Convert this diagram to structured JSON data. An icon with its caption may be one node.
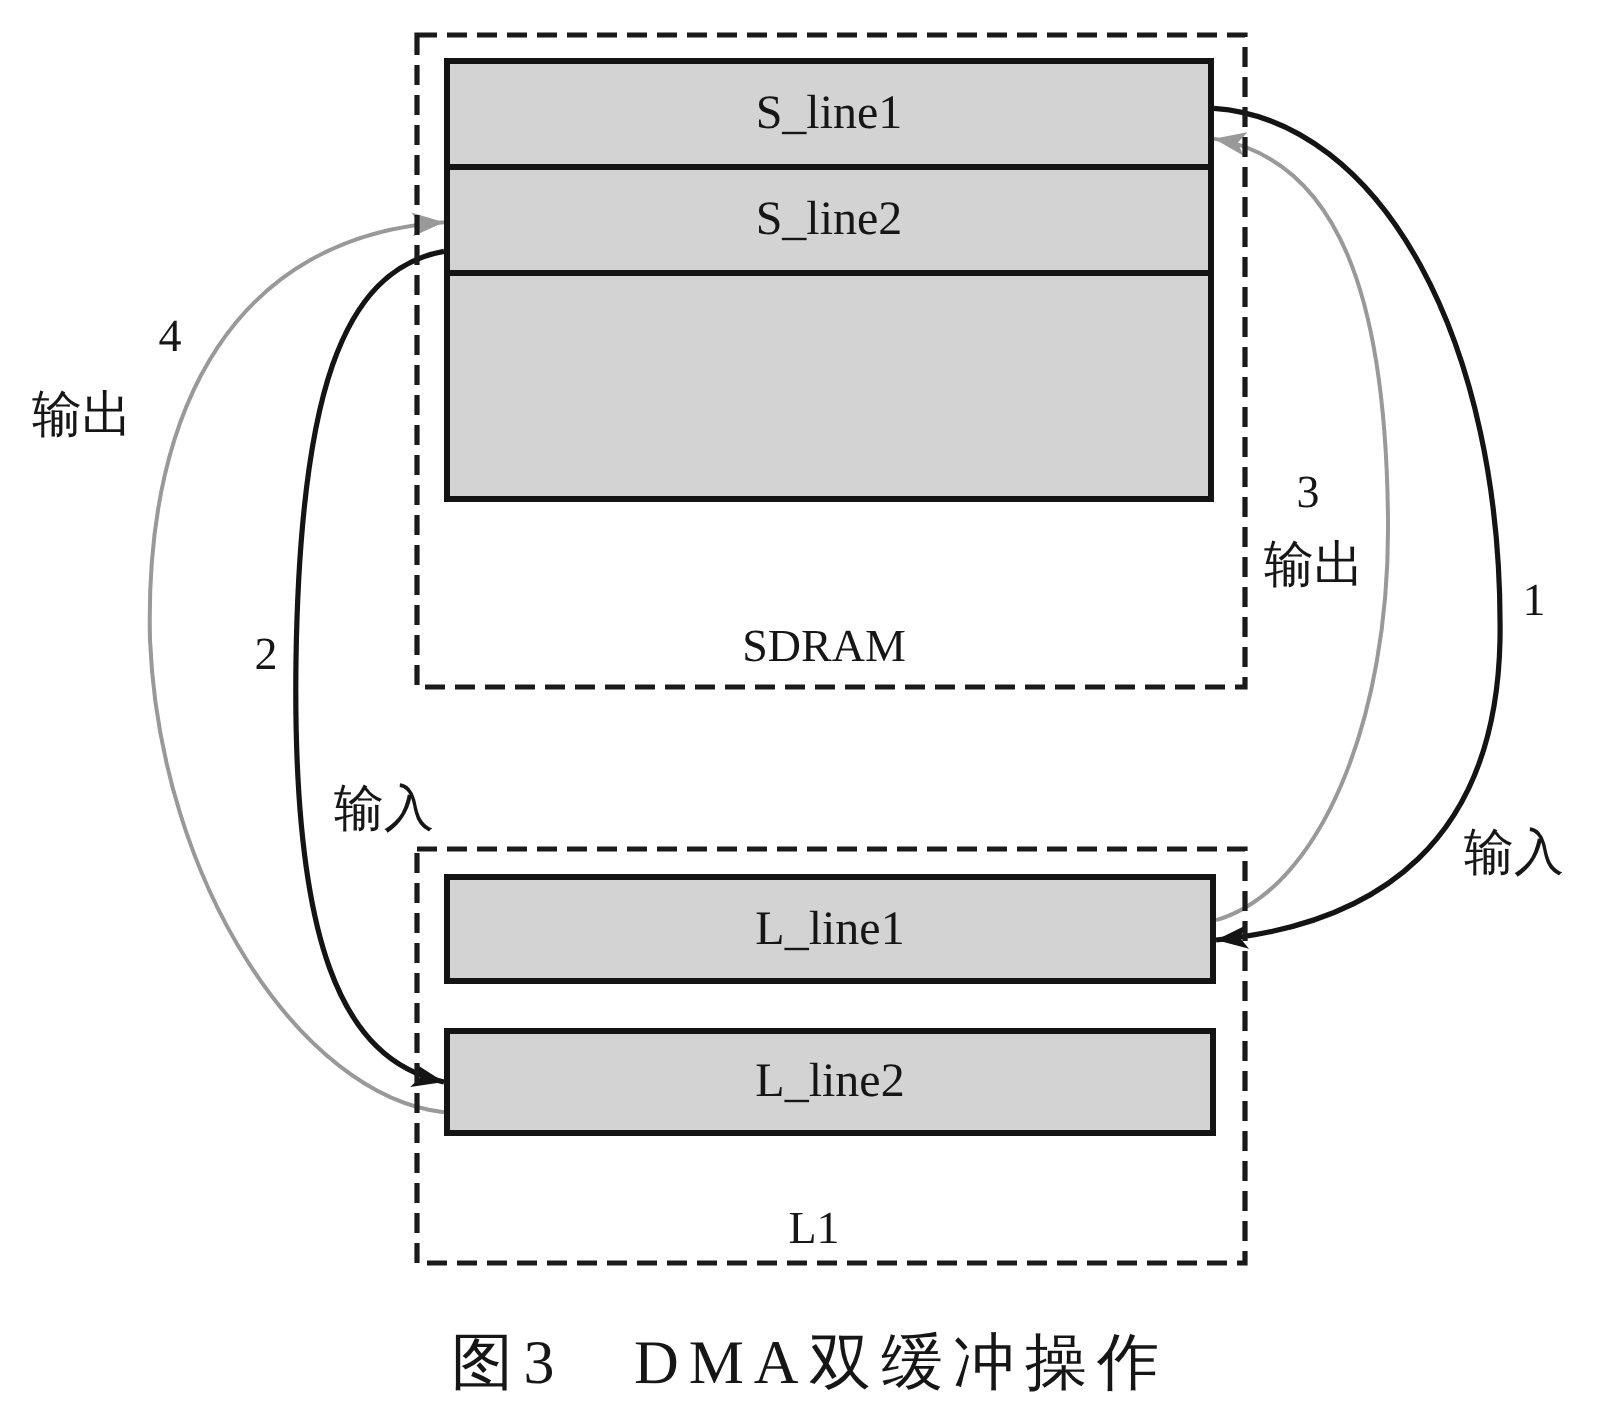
{
  "diagram": {
    "caption": "图3 DMA双缓冲操作",
    "nodes": [
      {
        "text": [
          "SDRAM"
        ]
      },
      {
        "text": [
          "S_line1"
        ],
        "in": 0
      },
      {
        "text": [
          "S_line2"
        ],
        "in": 0
      },
      {
        "text": [],
        "shape": "box",
        "in": 0
      },
      {
        "text": [
          "L1"
        ]
      },
      {
        "text": [
          "L_line1"
        ],
        "in": 4
      },
      {
        "text": [
          "L_line2"
        ],
        "in": 4
      }
    ],
    "edges": [
      {
        "from": 1,
        "to": 5,
        "arrow": "to",
        "label": "1"
      },
      {
        "from": 2,
        "to": 6,
        "arrow": "to",
        "label": "2"
      },
      {
        "from": 5,
        "to": 1,
        "arrow": "to",
        "label": "3",
        "color": "#999999"
      },
      {
        "from": 6,
        "to": 2,
        "arrow": "to",
        "label": "4",
        "color": "#999999"
      }
    ],
    "labels": [
      "输出",
      "输出",
      "输入",
      "输入"
    ]
  }
}
